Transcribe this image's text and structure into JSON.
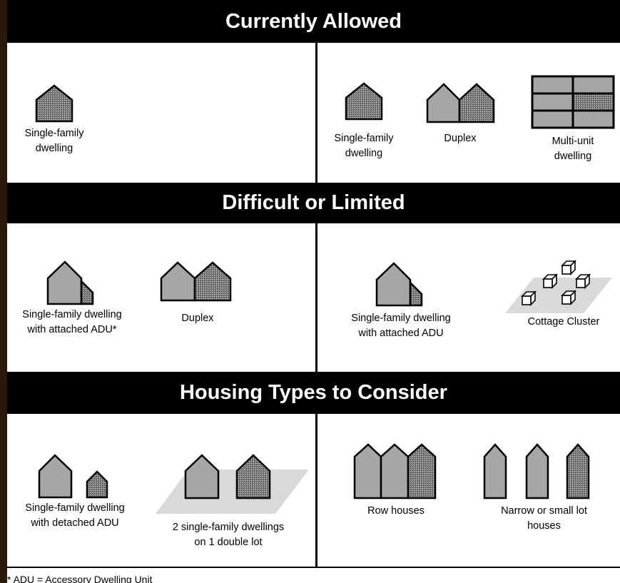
{
  "sections": [
    {
      "title": "Currently Allowed"
    },
    {
      "title": "Difficult or Limited"
    },
    {
      "title": "Housing Types to Consider"
    }
  ],
  "labels": {
    "ca_left_sfd": "Single-family\ndwelling",
    "ca_right_sfd": "Single-family\ndwelling",
    "ca_right_duplex": "Duplex",
    "ca_right_multi": "Multi-unit\ndwelling",
    "dl_left_sfd_adu": "Single-family dwelling\nwith attached ADU*",
    "dl_left_duplex": "Duplex",
    "dl_right_sfd_adu": "Single-family dwelling\nwith attached ADU",
    "dl_right_cottage": "Cottage Cluster",
    "ht_left_detached": "Single-family  dwelling\nwith detached ADU",
    "ht_left_double_lot": "2 single-family dwellings\non 1 double lot",
    "ht_right_row": "Row houses",
    "ht_right_narrow": "Narrow or small  lot\nhouses"
  },
  "footnote": "* ADU = Accessory Dwelling Unit",
  "colors": {
    "fill": "#a6a6a6",
    "lot": "#d9d9d9",
    "header_bg": "#000000",
    "outer_bg": "#2b1a0c"
  }
}
